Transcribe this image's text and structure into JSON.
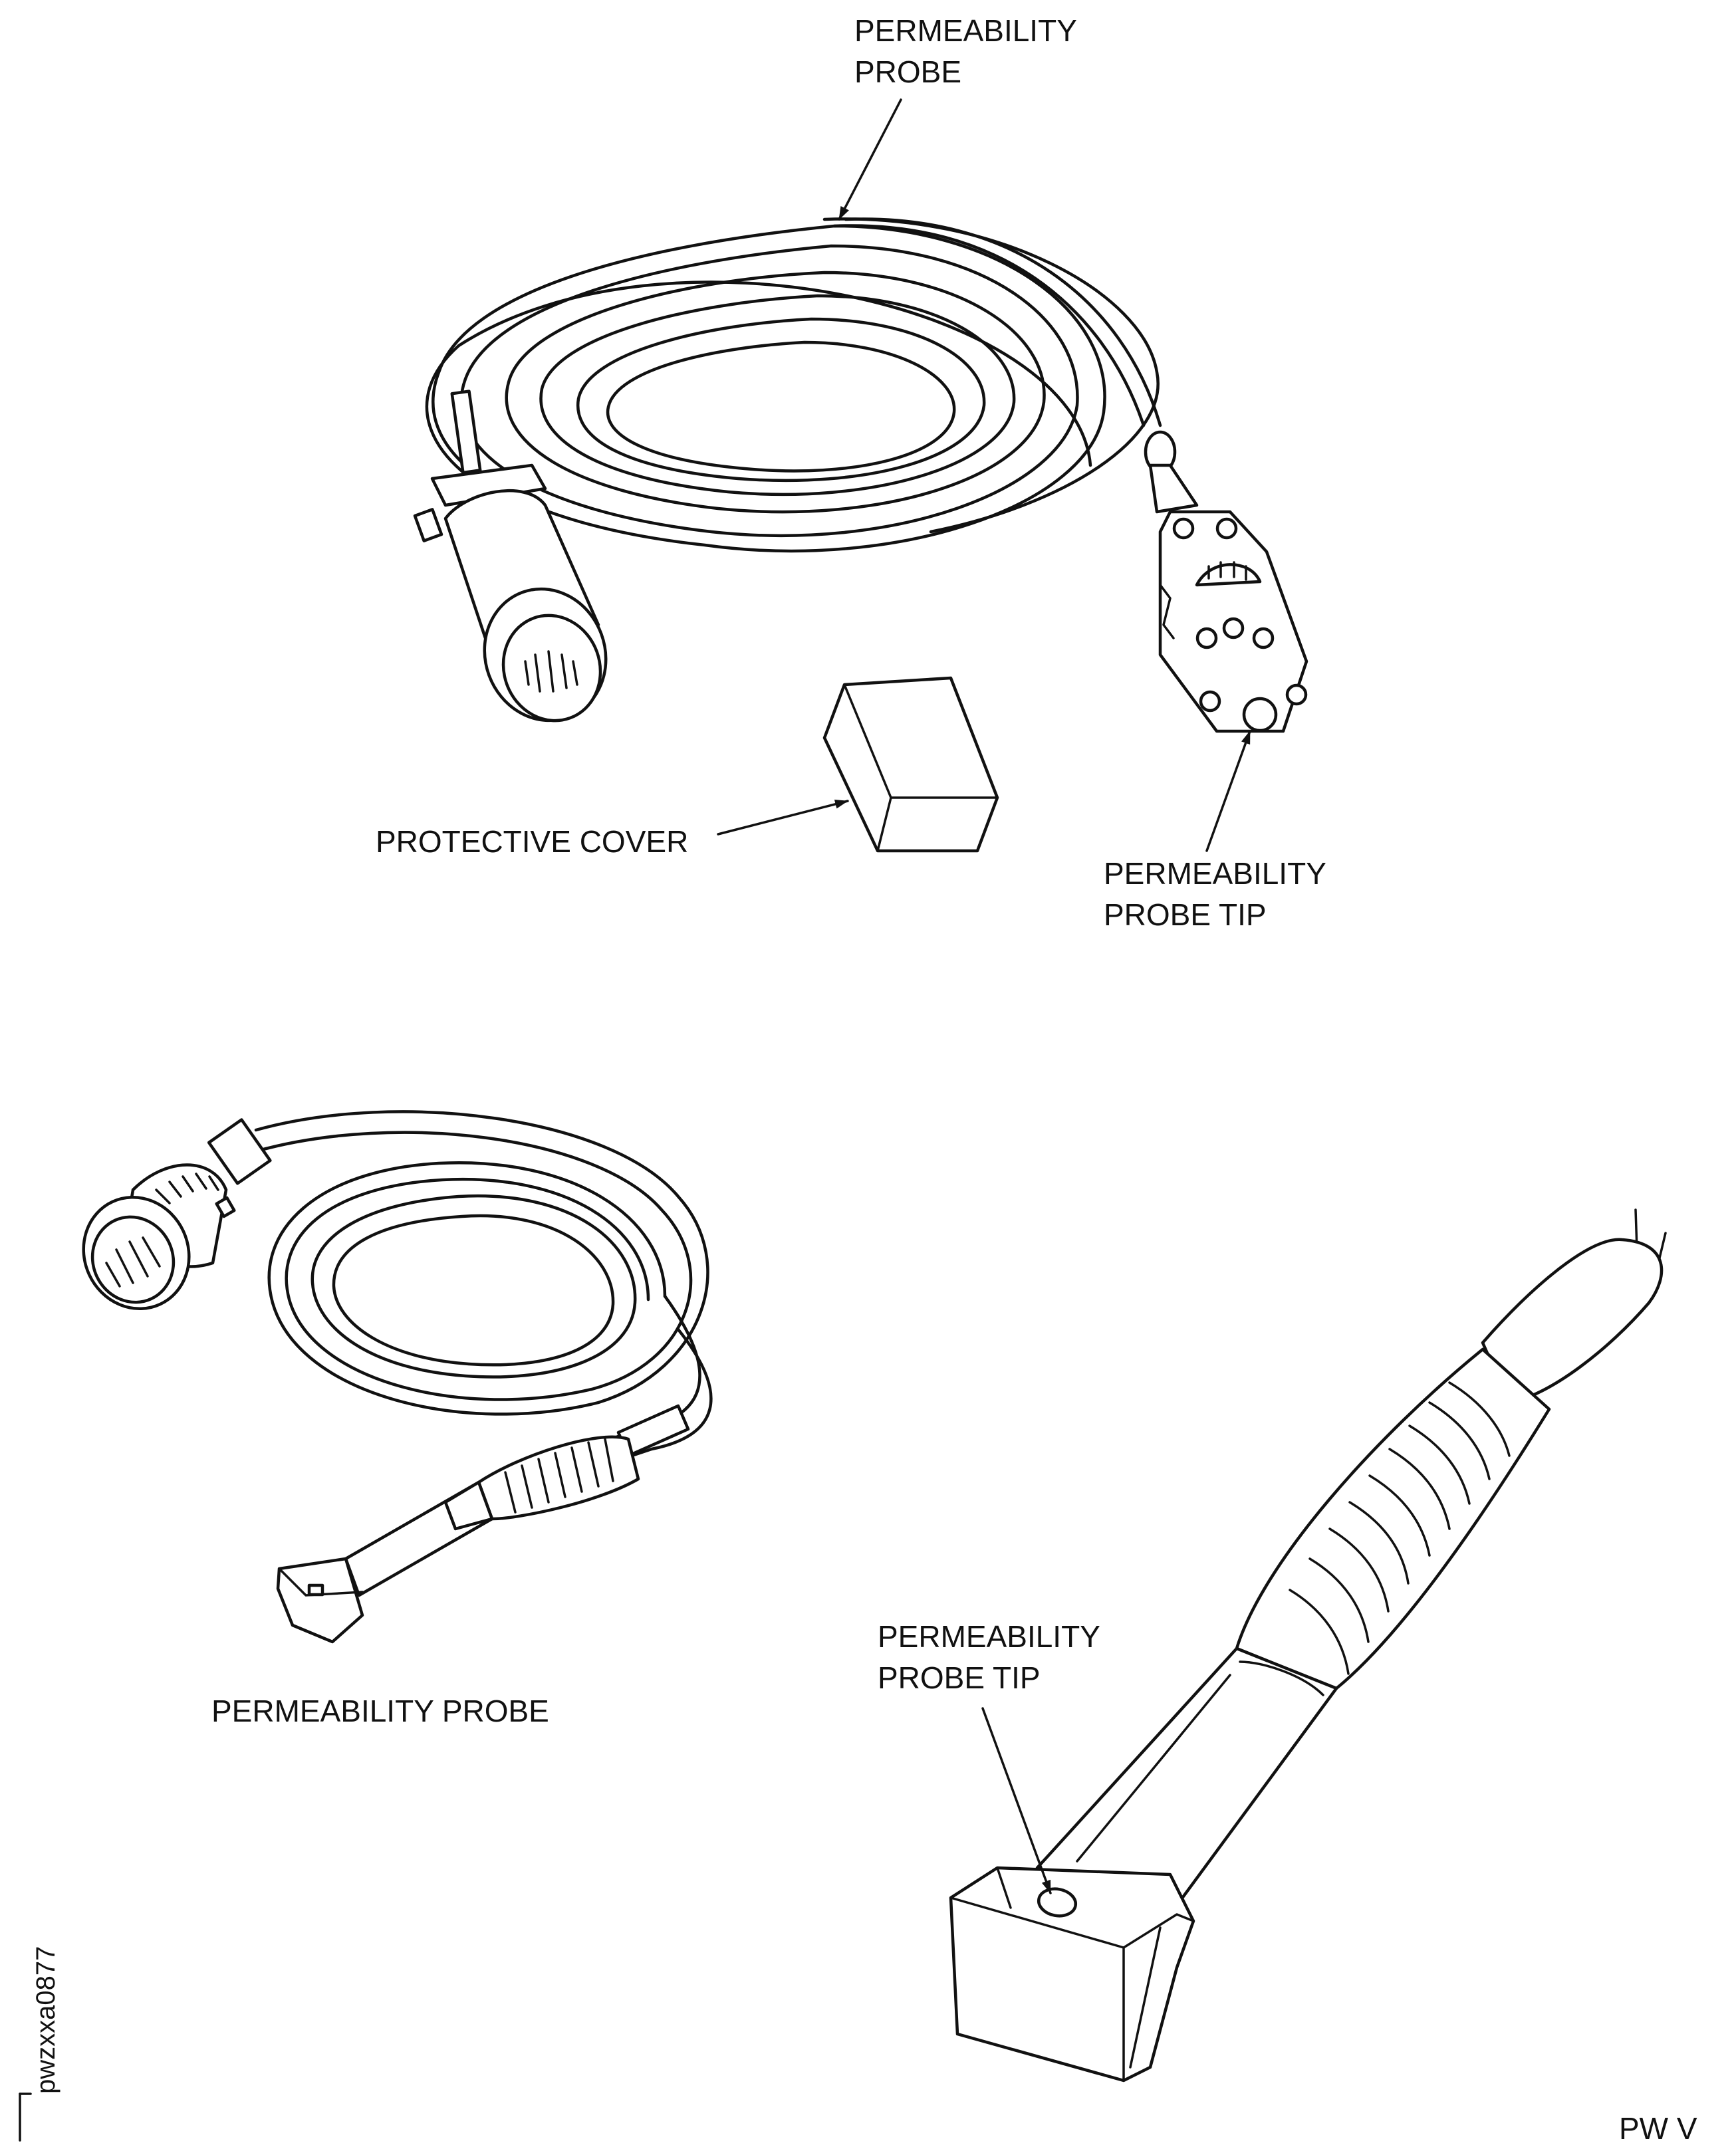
{
  "labels": {
    "top_probe": [
      "PERMEABILITY",
      "PROBE"
    ],
    "protective_cover": "PROTECTIVE COVER",
    "top_probe_tip": [
      "PERMEABILITY",
      "PROBE TIP"
    ],
    "bottom_probe": "PERMEABILITY PROBE",
    "detail_probe_tip": [
      "PERMEABILITY",
      "PROBE TIP"
    ],
    "figure_id": "pwzxxa0877",
    "footer_code": "PW V"
  }
}
